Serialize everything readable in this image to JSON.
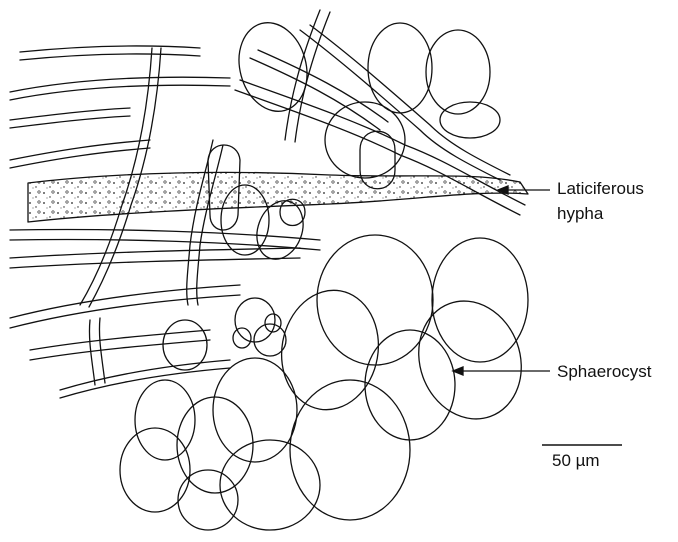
{
  "figure": {
    "labels": {
      "laticiferous_line1": "Laticiferous",
      "laticiferous_line2": "hypha",
      "sphaerocyst": "Sphaerocyst",
      "scale_bar": "50 µm"
    },
    "colors": {
      "background": "#ffffff",
      "ink": "#111111"
    }
  }
}
